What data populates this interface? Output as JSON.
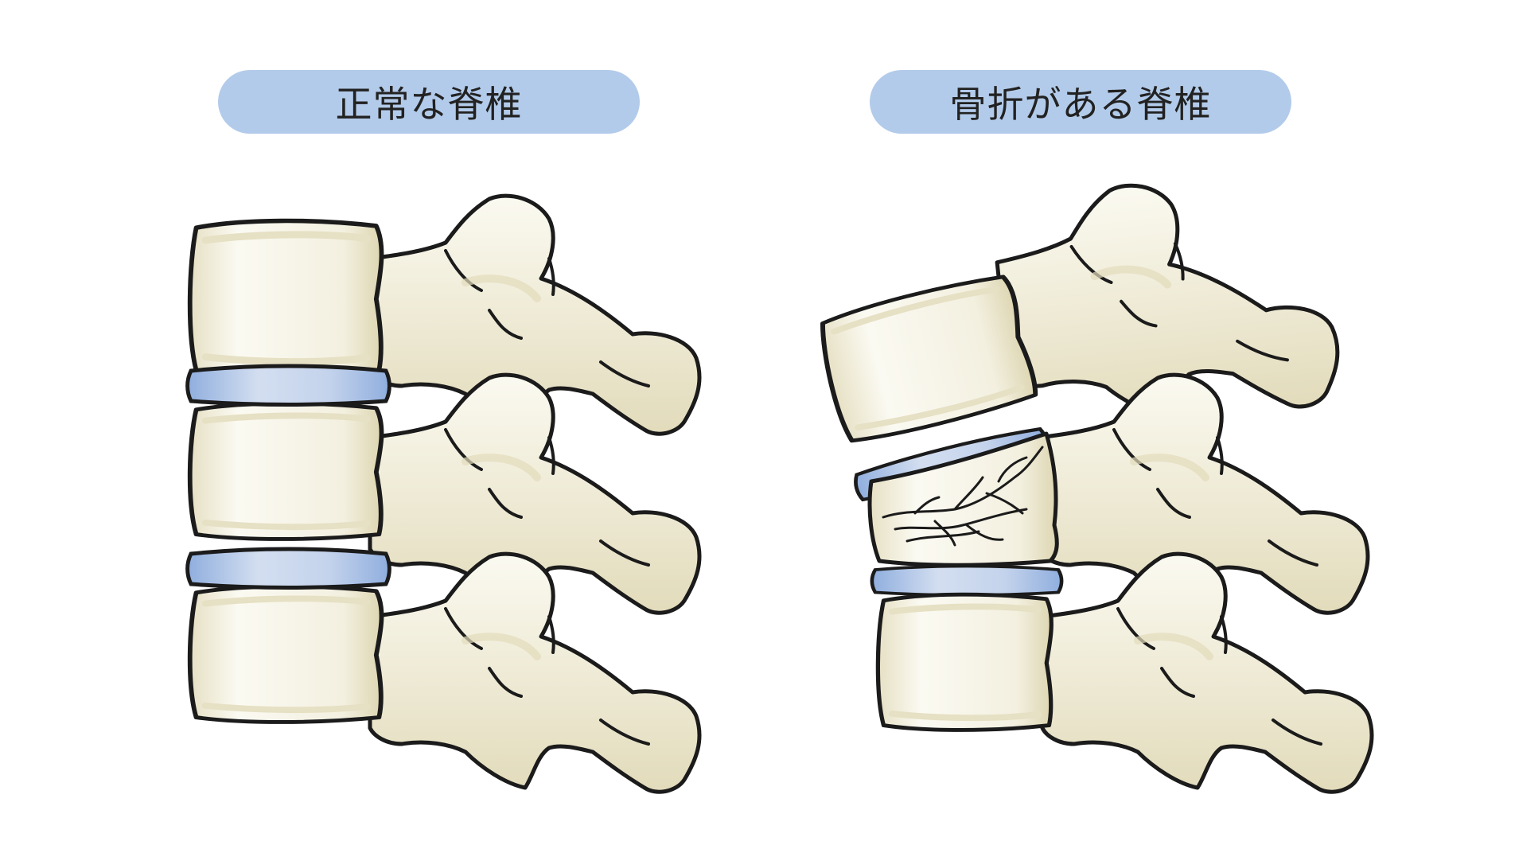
{
  "labels": {
    "normal": "正常な脊椎",
    "fracture": "骨折がある脊椎"
  },
  "colors": {
    "pill": "#b3cbea",
    "bone": "#f4f1e2",
    "bone_shade": "#ddd6b2",
    "bone_highlight": "#ffffff",
    "disc": "#b9cce8",
    "disc_shade": "#8faede",
    "outline": "#1b1b1b"
  },
  "icons": [
    "normal-spine-illustration",
    "fractured-spine-illustration",
    "fracture-crack-lines"
  ]
}
